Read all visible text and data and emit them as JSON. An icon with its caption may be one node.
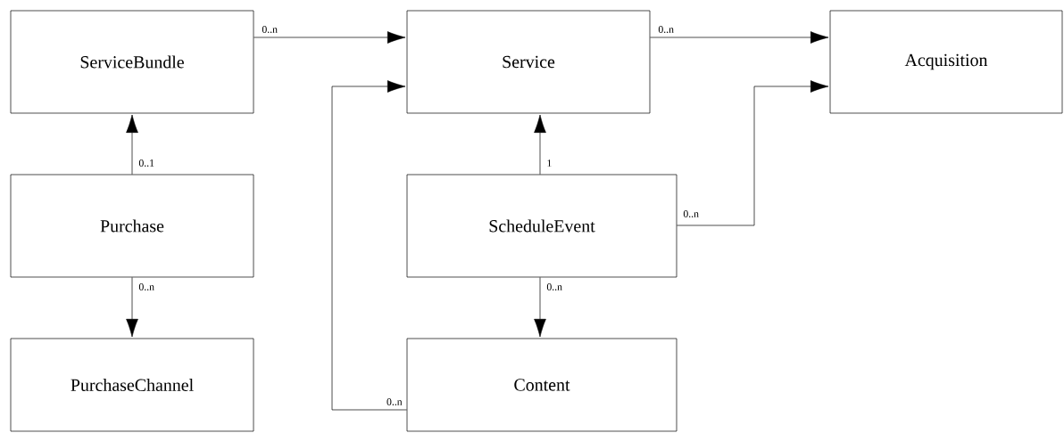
{
  "diagram": {
    "nodes": [
      {
        "text": [
          "ServiceBundle"
        ]
      },
      {
        "text": [
          "Service"
        ]
      },
      {
        "text": [
          "Acquisition"
        ]
      },
      {
        "text": [
          "Purchase"
        ]
      },
      {
        "text": [
          "ScheduleEvent"
        ]
      },
      {
        "text": [
          "PurchaseChannel"
        ]
      },
      {
        "text": [
          "Content"
        ]
      }
    ],
    "edges": [
      {
        "from": 0,
        "to": 1,
        "arrow": "to",
        "label": "0..n"
      },
      {
        "from": 1,
        "to": 2,
        "arrow": "to",
        "label": "0..n"
      },
      {
        "from": 3,
        "to": 0,
        "arrow": "to",
        "label": "0..1"
      },
      {
        "from": 3,
        "to": 5,
        "arrow": "to",
        "label": "0..n"
      },
      {
        "from": 4,
        "to": 1,
        "arrow": "to",
        "label": "1"
      },
      {
        "from": 4,
        "to": 2,
        "arrow": "to",
        "label": "0..n"
      },
      {
        "from": 4,
        "to": 6,
        "arrow": "to",
        "label": "0..n"
      },
      {
        "from": 6,
        "to": 1,
        "arrow": "to",
        "label": "0..n"
      }
    ]
  }
}
